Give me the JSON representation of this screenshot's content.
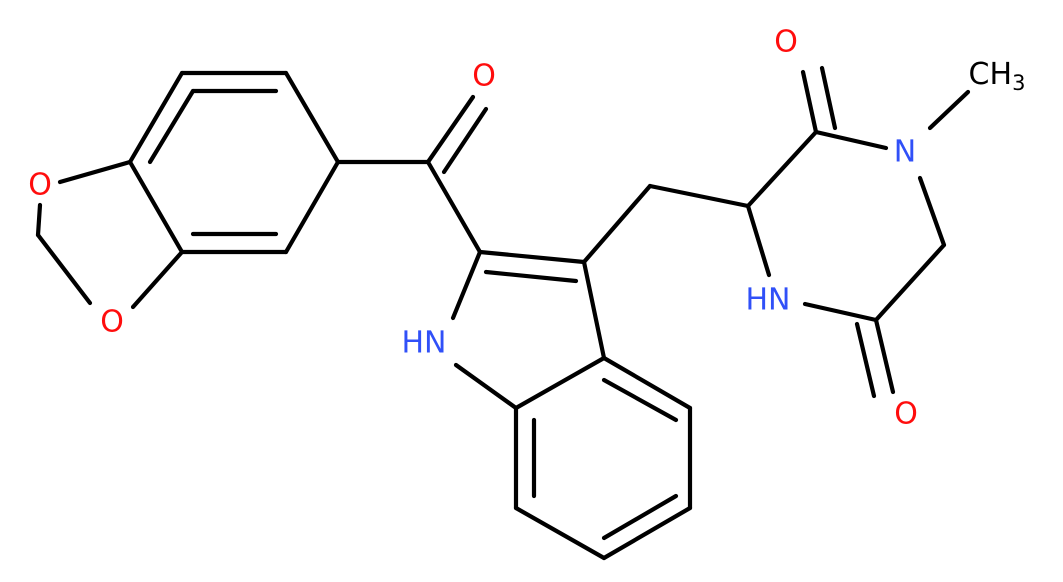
{
  "colors": {
    "carbon": "#000000",
    "oxygen": "#ff0d0d",
    "nitrogen": "#3050f8",
    "background": "#ffffff"
  },
  "atoms": {
    "o_ketone": "O",
    "o_dioxole_top": "O",
    "o_dioxole_bottom": "O",
    "nh_indole": "HN",
    "o_dkp_top": "O",
    "n_methyl": "N",
    "methyl_c": "CH",
    "methyl_sub": "3",
    "nh_dkp": "HN",
    "o_dkp_bottom": "O"
  }
}
